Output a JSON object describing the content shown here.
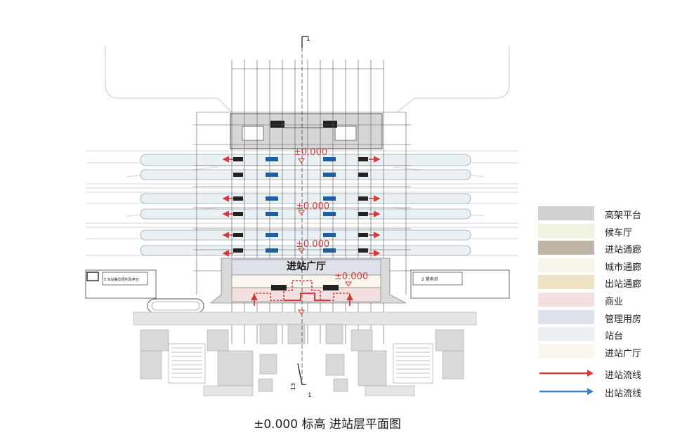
{
  "plan": {
    "elevation_labels": [
      "±0.000",
      "±0.000",
      "±0.000",
      "±0.000"
    ],
    "plaza_label": "进站广厅",
    "section_mark": "1",
    "section_mark_bottom": "1",
    "bottom_number": "13",
    "left_building_label": "5 车站餐饮便利及卖空",
    "right_building_label": "2 警务员"
  },
  "legend": {
    "items": [
      {
        "label": "高架平台",
        "color": "#d0d0d0"
      },
      {
        "label": "候车厅",
        "color": "#f1f2e0"
      },
      {
        "label": "进站通廊",
        "color": "#bfb3a6"
      },
      {
        "label": "城市通廊",
        "color": "#f8f4ea"
      },
      {
        "label": "出站通廊",
        "color": "#ede3c4"
      },
      {
        "label": "商业",
        "color": "#f4e0df"
      },
      {
        "label": "管理用房",
        "color": "#dee1ea"
      },
      {
        "label": "站台",
        "color": "#e9f1f4"
      },
      {
        "label": "进站广厅",
        "color": "#fbf7ef"
      }
    ],
    "flows": [
      {
        "label": "进站流线",
        "color": "#d63a3a"
      },
      {
        "label": "出站流线",
        "color": "#3f7fbf"
      }
    ]
  },
  "caption": "±0.000 标高  进站层平面图"
}
